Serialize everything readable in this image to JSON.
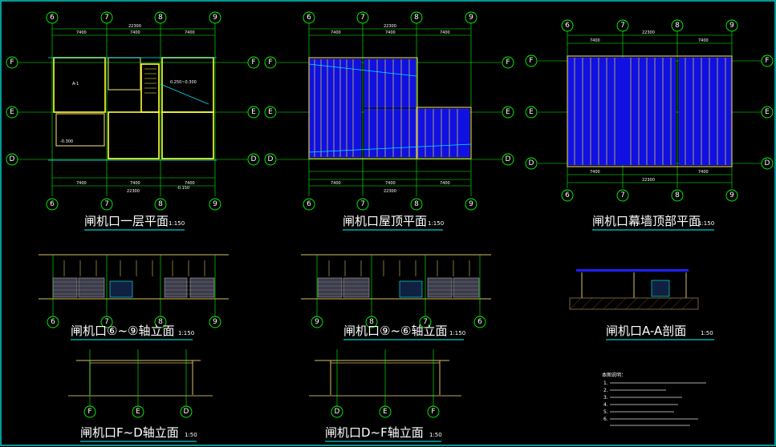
{
  "views": {
    "plan1": {
      "title": "闸机口一层平面",
      "scale": "1:150",
      "axes_top": [
        "6",
        "7",
        "8",
        "9"
      ],
      "axes_bottom": [
        "6",
        "7",
        "8",
        "9"
      ],
      "axes_left": [
        "F",
        "E",
        "D"
      ],
      "axes_right": [
        "F",
        "E",
        "D"
      ],
      "dims_top": [
        "22300",
        "7400",
        "7400",
        "7400"
      ],
      "dims_bottom": [
        "7400",
        "7400",
        "7400",
        "22300"
      ],
      "labels": [
        "A-1",
        "-0.300",
        "0.250~0.300",
        "-0.150"
      ]
    },
    "roof": {
      "title": "闸机口屋顶平面",
      "scale": "1:150",
      "axes_top": [
        "6",
        "7",
        "8",
        "9"
      ],
      "axes_bottom": [
        "6",
        "7",
        "8",
        "9"
      ],
      "axes_left": [
        "F",
        "E",
        "D"
      ],
      "axes_right": [
        "F",
        "E",
        "D"
      ],
      "dims_top": [
        "22300",
        "7400",
        "7400",
        "7400"
      ],
      "dims_bottom": [
        "7400",
        "7400",
        "7400",
        "22300"
      ]
    },
    "curtain": {
      "title": "闸机口幕墙顶部平面",
      "scale": "1:150",
      "axes_top": [
        "6",
        "7",
        "8",
        "9"
      ],
      "axes_bottom": [
        "6",
        "7",
        "8",
        "9"
      ],
      "axes_left": [
        "F",
        "E",
        "D"
      ],
      "axes_right": [
        "F",
        "E",
        "D"
      ],
      "dims_top": [
        "22300",
        "7400",
        "7400"
      ],
      "dims_bottom": [
        "7400",
        "7400",
        "22300"
      ]
    },
    "elev69": {
      "title": "闸机口⑥~⑨轴立面",
      "scale": "1:150",
      "axes": [
        "6",
        "7",
        "8",
        "9"
      ]
    },
    "elev96": {
      "title": "闸机口⑨~⑥轴立面",
      "scale": "1:150",
      "axes": [
        "9",
        "8",
        "7",
        "6"
      ]
    },
    "sectionAA": {
      "title": "闸机口A-A剖面",
      "scale": "1:50"
    },
    "elevFD": {
      "title": "闸机口F~D轴立面",
      "scale": "1:50",
      "axes": [
        "F",
        "E",
        "D"
      ]
    },
    "elevDF": {
      "title": "闸机口D~F轴立面",
      "scale": "1:50",
      "axes": [
        "D",
        "E",
        "F"
      ]
    }
  },
  "notes": {
    "heading": "本图说明：",
    "items": [
      "1.",
      "2.",
      "3.",
      "4.",
      "5.",
      "6."
    ]
  },
  "colors": {
    "background": "#000000",
    "frame": "#00ffff",
    "grid": "#00ff00",
    "wall": "#ffff33",
    "glass": "#1010e0",
    "text": "#ffffff"
  }
}
